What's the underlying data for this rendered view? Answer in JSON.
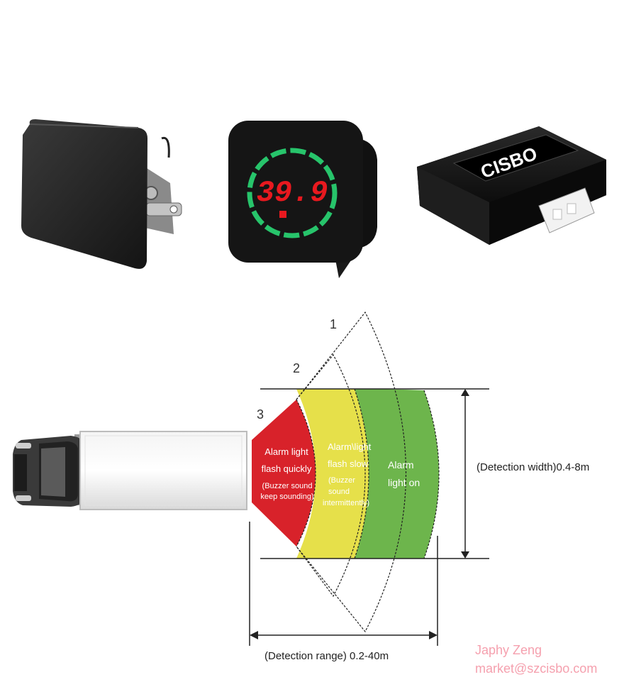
{
  "display": {
    "reading": "39.9"
  },
  "controller": {
    "brand": "CISBO"
  },
  "zones": {
    "markers": [
      "1",
      "2",
      "3"
    ],
    "red": {
      "line1": "Alarm light",
      "line2": "flash quickly",
      "line3": "(Buzzer sound",
      "line4": "keep sounding)"
    },
    "yellow": {
      "line1": "Alarm\\light",
      "line2": "flash slow",
      "line3": "(Buzzer",
      "line4": "sound",
      "line5": "intermittently)"
    },
    "green": {
      "line1": "Alarm",
      "line2": "light on"
    },
    "colors": {
      "red": "#d8222a",
      "yellow": "#e6e04a",
      "green": "#6db54c"
    }
  },
  "dimensions": {
    "width_label": "(Detection width)0.4-8m",
    "range_label": "(Detection range) 0.2-40m"
  },
  "watermark": {
    "name": "Japhy Zeng",
    "email": "market@szcisbo.com"
  }
}
